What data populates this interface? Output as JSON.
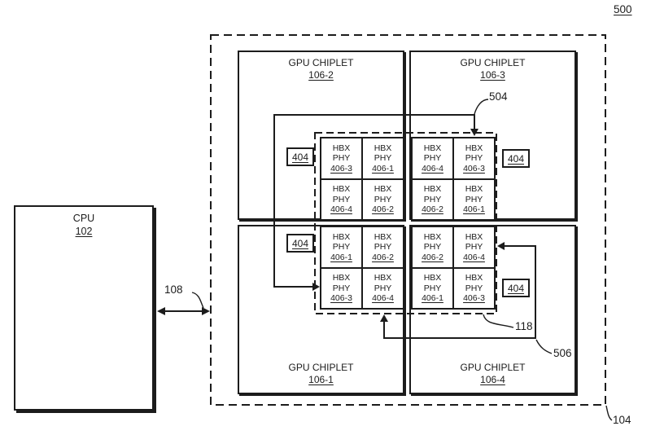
{
  "figure": {
    "ref": "500",
    "system_ref": "104",
    "bus_ref": "108",
    "crosslink_top_ref": "504",
    "crosslink_grid_ref": "118",
    "crosslink_bottom_ref": "506"
  },
  "cpu": {
    "name": "CPU",
    "ref": "102"
  },
  "chiplets": {
    "tl": {
      "name": "GPU CHIPLET",
      "ref": "106-2"
    },
    "tr": {
      "name": "GPU CHIPLET",
      "ref": "106-3"
    },
    "bl": {
      "name": "GPU CHIPLET",
      "ref": "106-1"
    },
    "br": {
      "name": "GPU CHIPLET",
      "ref": "106-4"
    }
  },
  "phy_box_ref": "404",
  "hbx": {
    "line1": "HBX",
    "line2": "PHY",
    "q_tl": [
      "406-3",
      "406-1",
      "406-4",
      "406-2"
    ],
    "q_tr": [
      "406-4",
      "406-3",
      "406-2",
      "406-1"
    ],
    "q_bl": [
      "406-1",
      "406-2",
      "406-3",
      "406-4"
    ],
    "q_br": [
      "406-2",
      "406-4",
      "406-1",
      "406-3"
    ]
  },
  "colors": {
    "line": "#1c1c1c",
    "background": "#ffffff"
  }
}
